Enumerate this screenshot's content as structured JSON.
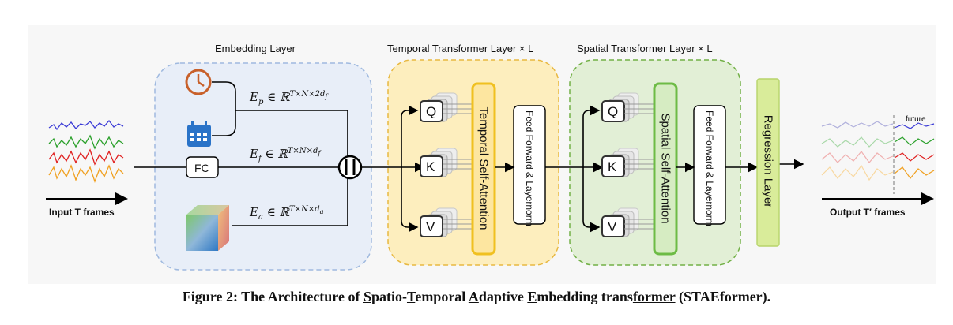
{
  "figure": {
    "caption_prefix": "Figure 2: The Architecture of ",
    "caption_name_parts": [
      "S",
      "patio-",
      "T",
      "emporal ",
      "A",
      "daptive ",
      "E",
      "mbedding trans",
      "former",
      " (STAEformer)."
    ]
  },
  "embedding_layer": {
    "title": "Embedding Layer",
    "fc_label": "FC",
    "Ep": "E_p ∈ ℝ^{T×N×2d_f}",
    "Ef": "E_f ∈ ℝ^{T×N×d_f}",
    "Ea": "E_a ∈ ℝ^{T×N×d_a}",
    "icons": [
      "clock-icon",
      "calendar-icon",
      "cube-icon"
    ]
  },
  "temporal_layer": {
    "title": "Temporal Transformer Layer × L",
    "attention": "Temporal Self-Attention",
    "ffn": "Feed Forward & Layernorm",
    "qkv": [
      "Q",
      "K",
      "V"
    ]
  },
  "spatial_layer": {
    "title": "Spatial Transformer Layer × L",
    "attention": "Spatial Self-Attention",
    "ffn": "Feed Forward & Layernorm",
    "qkv": [
      "Q",
      "K",
      "V"
    ]
  },
  "regression": {
    "label": "Regression Layer"
  },
  "input": {
    "label": "Input T frames"
  },
  "output": {
    "label": "Output T′ frames",
    "future": "future"
  },
  "colors": {
    "embedding_bg": "#e8eef8",
    "temporal_bg": "#fdeebe",
    "temporal_border": "#f0c23a",
    "spatial_bg": "#e2efd6",
    "spatial_border": "#7dbf4e",
    "regression": "#d9ec9a",
    "series": [
      "#3b3bd6",
      "#2aa02a",
      "#e02020",
      "#f0a020"
    ]
  }
}
